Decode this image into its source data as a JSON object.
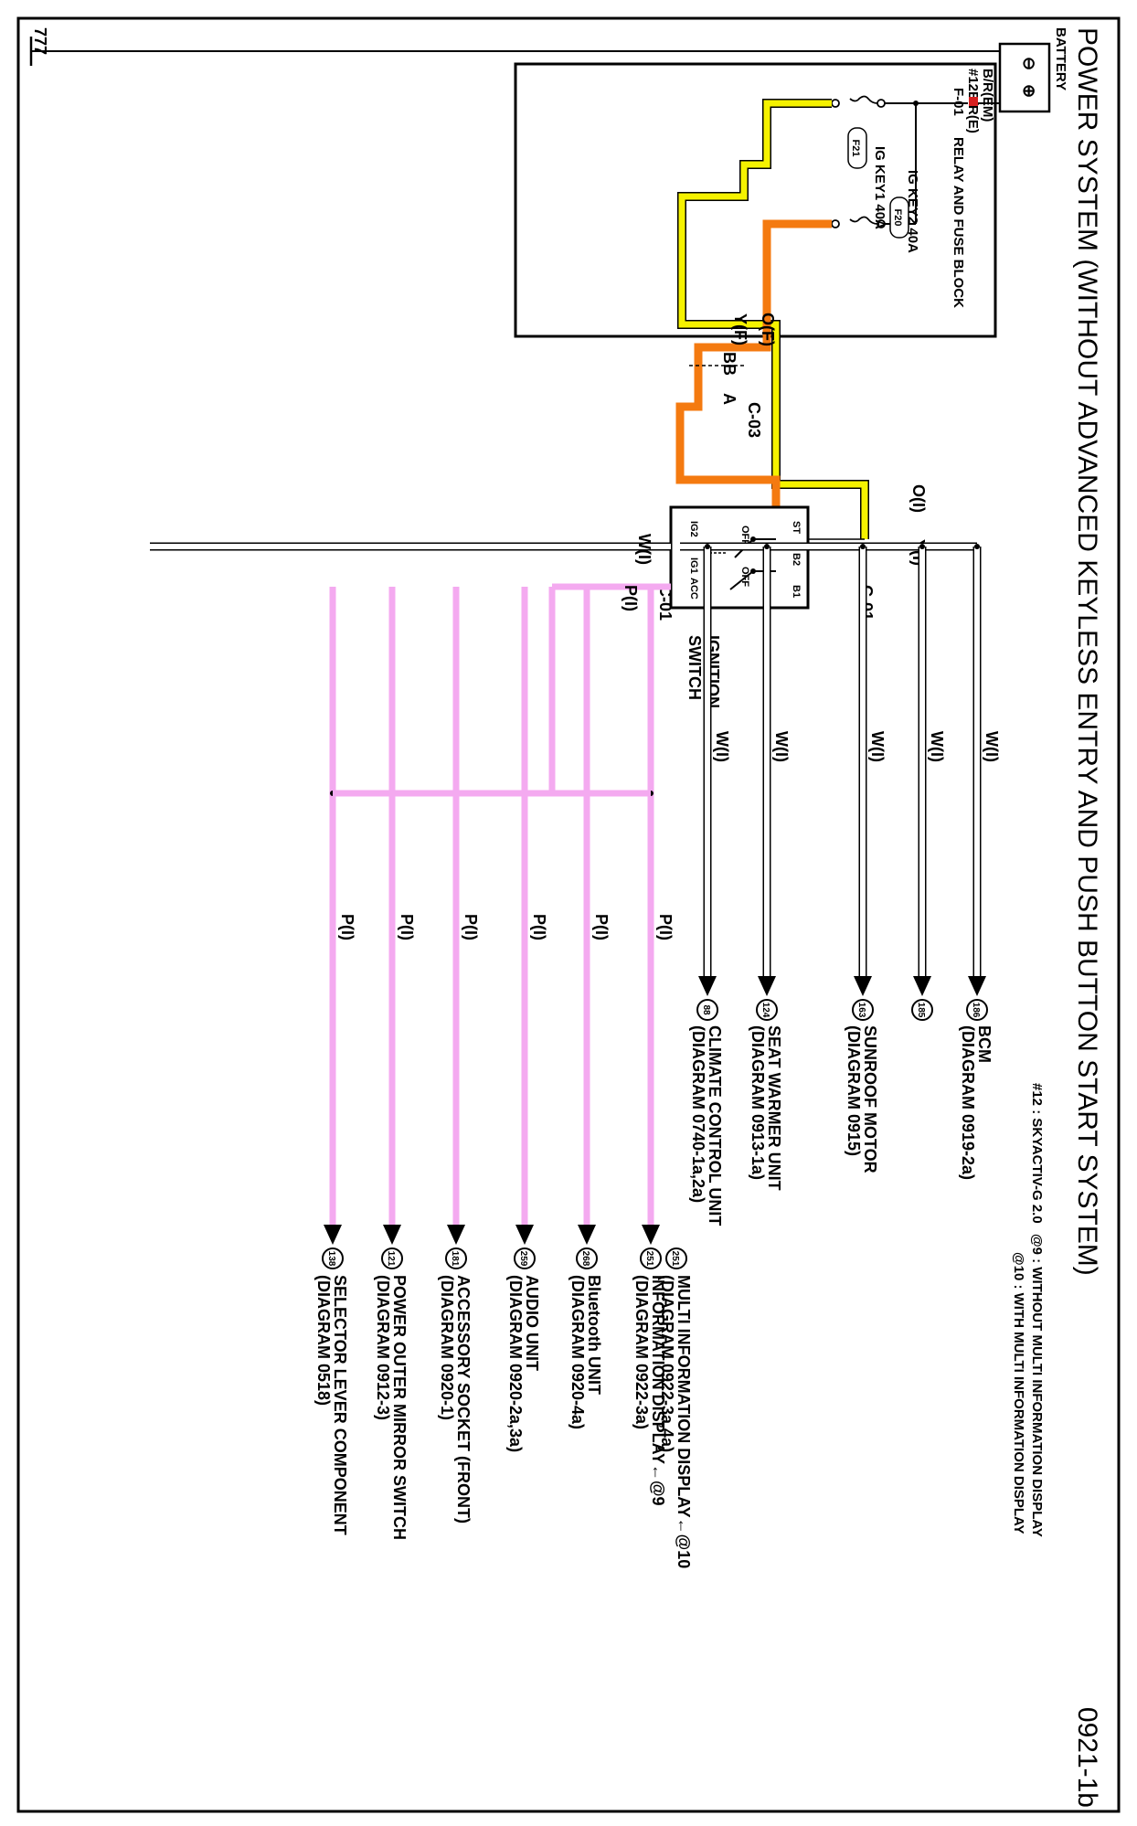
{
  "header": {
    "title": "POWER SYSTEM (WITHOUT ADVANCED KEYLESS ENTRY AND PUSH BUTTON START SYSTEM)",
    "diagram_no": "0921-1b"
  },
  "notes": {
    "n1": "#12 : SKYACTIV-G 2.0",
    "n2": "@9 : WITHOUT MULTI INFORMATION DISPLAY",
    "n3": "@10 : WITH MULTI INFORMATION DISPLAY"
  },
  "battery": {
    "label": "BATTERY",
    "minus": "⊖",
    "plus": "⊕"
  },
  "ground": {
    "label": "777"
  },
  "wires": {
    "bat_em": "B/R(EM)",
    "bat_e": "#12B/R(E)",
    "y_f": "Y(F)",
    "o_f": "O(F)",
    "y_i": "Y(I)",
    "o_i": "O(I)",
    "w_i": "W(I)",
    "p_i": "P(I)"
  },
  "fuse_block": {
    "connector": "F-01",
    "label": "RELAY AND FUSE BLOCK",
    "fuse1": "IG KEY1 40A",
    "fuse1_id": "F21",
    "fuse2": "IG KEY2 40A",
    "fuse2_id": "F20"
  },
  "connector_c03": {
    "name": "C-03",
    "pin_bb": "BB",
    "pin_a": "A"
  },
  "ignition": {
    "label_line1": "IGNITION",
    "label_line2": "SWITCH",
    "conn_top": "C-01",
    "conn_bottom": "C-01",
    "b2": "B2",
    "b1": "B1",
    "st": "ST",
    "ig2": "IG2",
    "ig1": "IG1",
    "acc": "ACC",
    "off1": "OFF",
    "off2": "OFF"
  },
  "w_branches": [
    {
      "ref": "88",
      "name": "CLIMATE CONTROL UNIT",
      "diagram": "(DIAGRAM  0740-1a,2a)"
    },
    {
      "ref": "124",
      "name": "SEAT WARMER UNIT",
      "diagram": "(DIAGRAM  0913-1a)"
    },
    {
      "ref": "163",
      "name": "SUNROOF MOTOR",
      "diagram": "(DIAGRAM  0915)"
    },
    {
      "ref": "185",
      "name": "",
      "diagram": ""
    },
    {
      "ref": "186",
      "name": "BCM",
      "diagram": "(DIAGRAM  0919-2a)"
    }
  ],
  "p_branches": [
    {
      "ref": "138",
      "name": "SELECTOR LEVER COMPONENT",
      "diagram": "(DIAGRAM  0518)",
      "note": ""
    },
    {
      "ref": "121",
      "name": "POWER OUTER MIRROR SWITCH",
      "diagram": "(DIAGRAM  0912-3)",
      "note": ""
    },
    {
      "ref": "181",
      "name": "ACCESSORY SOCKET (FRONT)",
      "diagram": "(DIAGRAM  0920-1)",
      "note": ""
    },
    {
      "ref": "259",
      "name": "AUDIO UNIT",
      "diagram": "(DIAGRAM  0920-2a,3a)",
      "note": ""
    },
    {
      "ref": "268",
      "name": "Bluetooth UNIT",
      "diagram": "(DIAGRAM  0920-4a)",
      "note": ""
    },
    {
      "ref": "251",
      "name": "INFORMATION DISPLAY←@9",
      "diagram": "(DIAGRAM  0922-3a)",
      "note": ""
    },
    {
      "ref": "251",
      "name": "MULTI INFORMATION DISPLAY←@10",
      "diagram": "(DIAGRAM  0922-3a,4a)",
      "note": ""
    }
  ],
  "colors": {
    "yellow": "#f5f200",
    "orange": "#f47a10",
    "pink": "#f4aaf0",
    "white_wire": "#ffffff",
    "line": "#000000",
    "fuse_red": "#d62020"
  }
}
